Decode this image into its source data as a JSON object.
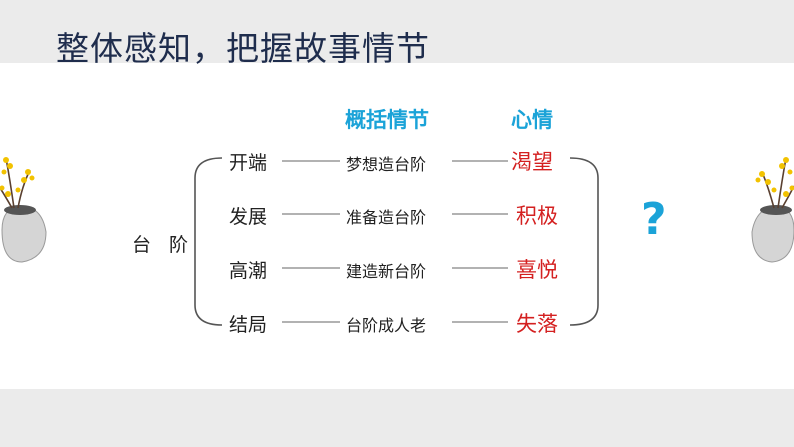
{
  "title": "整体感知，把握故事情节",
  "main_label": "台 阶",
  "headers": {
    "summary": "概括情节",
    "mood": "心情"
  },
  "rows": [
    {
      "stage": "开端",
      "event": "梦想造台阶",
      "mood": "渴望"
    },
    {
      "stage": "发展",
      "event": "准备造台阶",
      "mood": "积极"
    },
    {
      "stage": "高潮",
      "event": "建造新台阶",
      "mood": "喜悦"
    },
    {
      "stage": "结局",
      "event": "台阶成人老",
      "mood": "失落"
    }
  ],
  "question_mark": "?",
  "colors": {
    "title": "#1f2d4d",
    "accent": "#1ba3d8",
    "mood": "#d42020",
    "background": "#ebebeb",
    "panel": "#ffffff"
  },
  "decorations": [
    "flower-vase-icon-left",
    "flower-vase-icon-right"
  ]
}
